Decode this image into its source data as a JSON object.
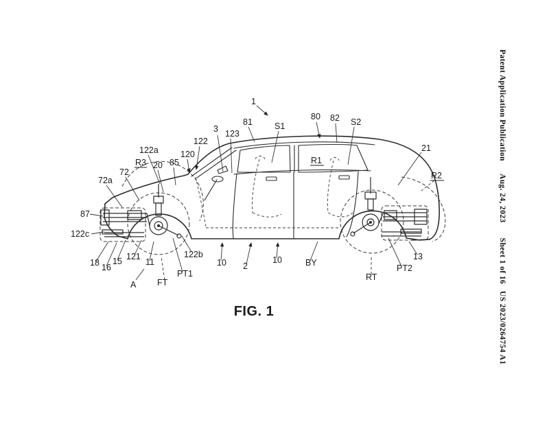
{
  "page": {
    "margin": {
      "publication": "Patent Application Publication",
      "date": "Aug. 24, 2023",
      "sheet": "Sheet 1 of 16",
      "number": "US 2023/0264754 A1"
    },
    "figure": {
      "caption": "FIG. 1",
      "labels": [
        "1",
        "3",
        "123",
        "81",
        "S1",
        "80",
        "82",
        "S2",
        "21",
        "R2",
        "R1",
        "122",
        "120",
        "122a",
        "R3",
        "20",
        "85",
        "72",
        "72a",
        "87",
        "122c",
        "18",
        "16",
        "15",
        "121",
        "11",
        "A",
        "FT",
        "PT1",
        "122b",
        "10",
        "2",
        "10",
        "BY",
        "RT",
        "PT2",
        "13"
      ]
    }
  }
}
